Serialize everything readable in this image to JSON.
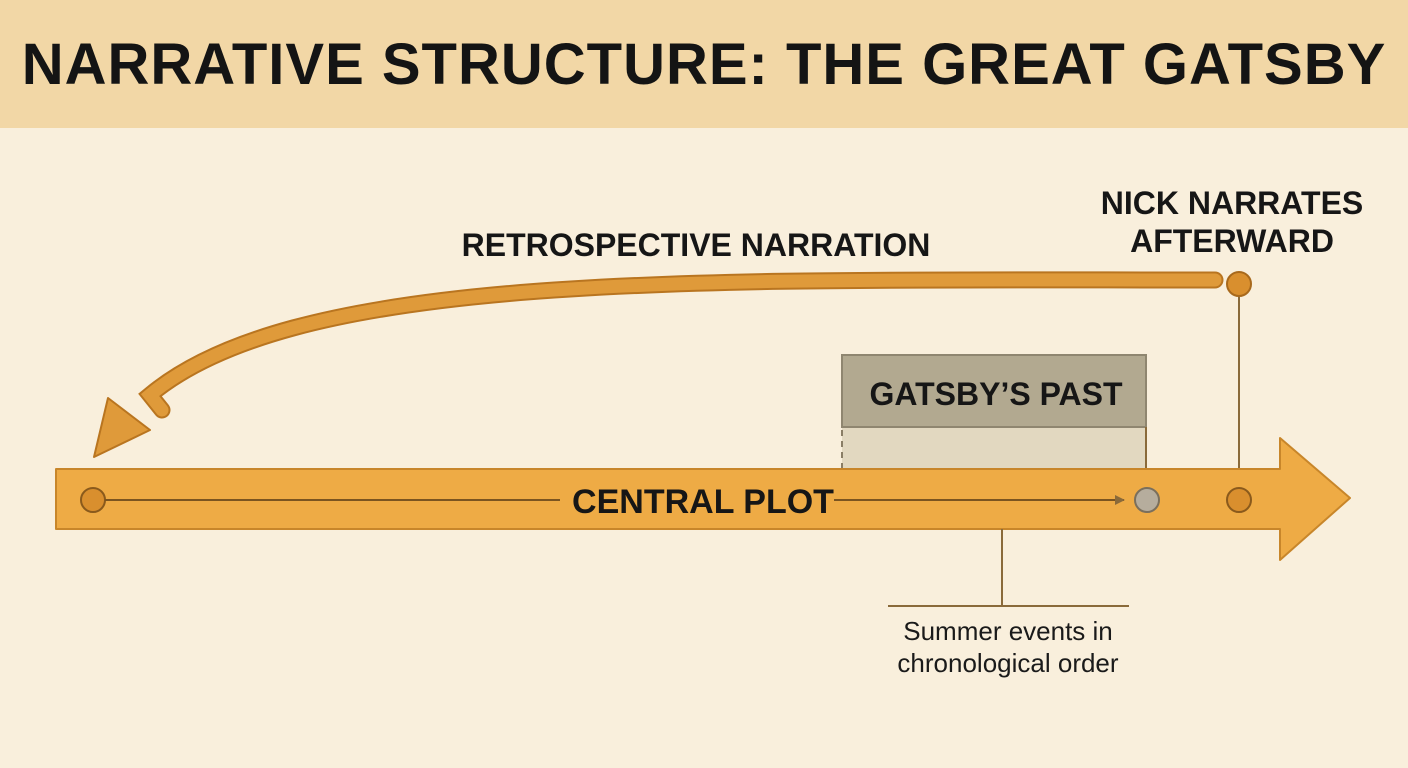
{
  "title": "NARRATIVE STRUCTURE: THE GREAT GATSBY",
  "labels": {
    "retrospective": "RETROSPECTIVE NARRATION",
    "nick_line1": "NICK NARRATES",
    "nick_line2": "AFTERWARD",
    "gatsby_past": "GATSBY’S PAST",
    "central_plot": "CENTRAL PLOT",
    "summer_line1": "Summer events in",
    "summer_line2": "chronological order"
  },
  "colors": {
    "background": "#f9efdc",
    "banner": "#f2d7a6",
    "timeline_fill": "#eeab45",
    "timeline_stroke": "#c8862a",
    "curve": "#df9a3a",
    "curve_stroke": "#b97520",
    "marker": "#d98f2e",
    "gatsby_box": "#b2a990",
    "gatsby_box_light": "#e2d8c0",
    "gray_marker": "#b6ad9d",
    "line": "#8a6a3a"
  }
}
